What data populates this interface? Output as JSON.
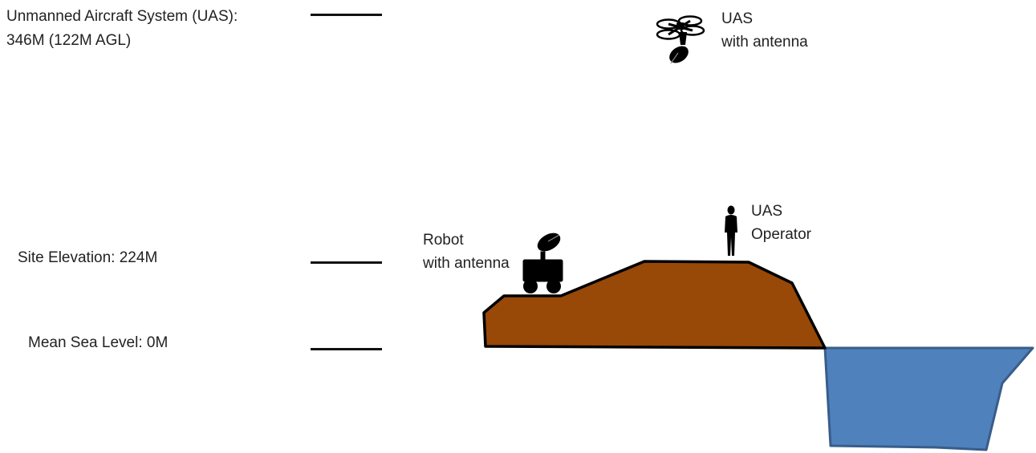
{
  "levels": {
    "uas_line1": "Unmanned Aircraft System (UAS):",
    "uas_line2": " 346M (122M AGL)",
    "site": "Site Elevation: 224M",
    "sea": "Mean Sea Level: 0M"
  },
  "labels": {
    "uas_line1": "UAS",
    "uas_line2": "with antenna",
    "robot_line1": "Robot",
    "robot_line2": "with antenna",
    "operator_line1": "UAS",
    "operator_line2": "Operator"
  },
  "colors": {
    "terrain": "#984807",
    "water": "#4F81BD",
    "water_outline": "#385D8A",
    "outline": "#000000"
  },
  "icons": [
    "drone-icon",
    "robot-icon",
    "person-icon"
  ]
}
